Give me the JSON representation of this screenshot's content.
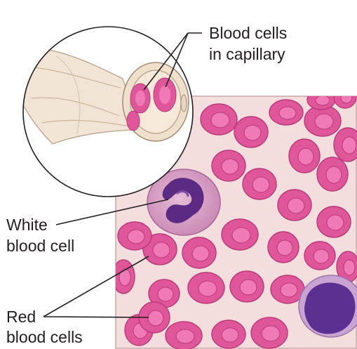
{
  "labels": {
    "capillary_line1": "Blood cells",
    "capillary_line2": "in capillary",
    "white_line1": "White",
    "white_line2": "blood cell",
    "red_line1": "Red",
    "red_line2": "blood cells"
  },
  "colors": {
    "smear_background": "#f3dddd",
    "smear_border": "#c9a8a8",
    "rbc_fill": "#e0569b",
    "rbc_edge": "#b93a78",
    "rbc_center": "#f07ab6",
    "wbc_cytoplasm": "#d9a4c7",
    "wbc_nucleus": "#5b2a82",
    "vessel_tissue": "#f1e4d4",
    "label_text": "#231f20"
  }
}
